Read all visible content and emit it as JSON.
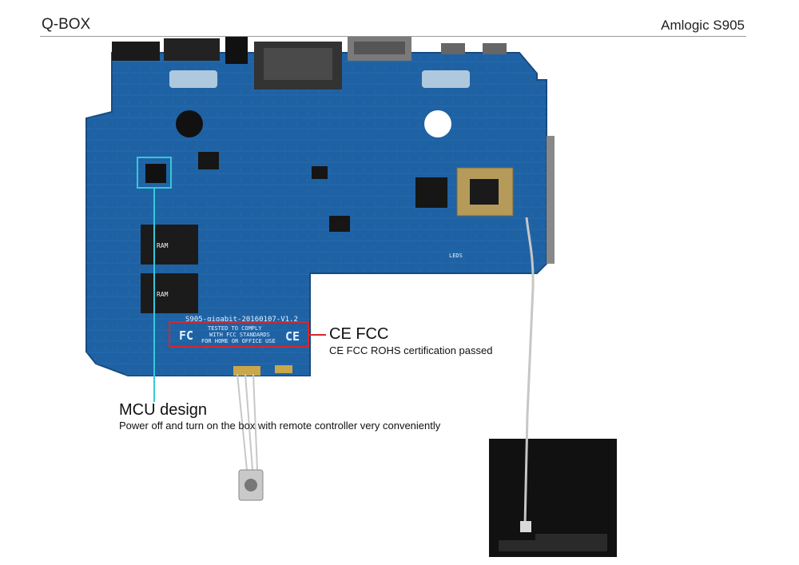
{
  "header": {
    "brand": "Q-BOX",
    "chipset": "Amlogic S905"
  },
  "board": {
    "version_label": "S905-gigabit-20160107-V1.2",
    "cert_lines": [
      "TESTED TO COMPLY",
      "WITH FCC STANDARDS",
      "FOR HOME OR OFFICE USE"
    ],
    "fcc_mark": "FC",
    "ce_mark": "CE",
    "leds_label": "LEDS"
  },
  "callouts": {
    "ce_fcc": {
      "title": "CE FCC",
      "desc": "CE FCC ROHS certification passed",
      "color": "#d9262b"
    },
    "mcu": {
      "title": "MCU design",
      "desc": "Power off and turn on the box with remote controller very conveniently",
      "color": "#35c8dc"
    }
  },
  "colors": {
    "pcb": "#1f62a4",
    "pcb_dark": "#174f88",
    "antenna_pad": "#111111"
  }
}
